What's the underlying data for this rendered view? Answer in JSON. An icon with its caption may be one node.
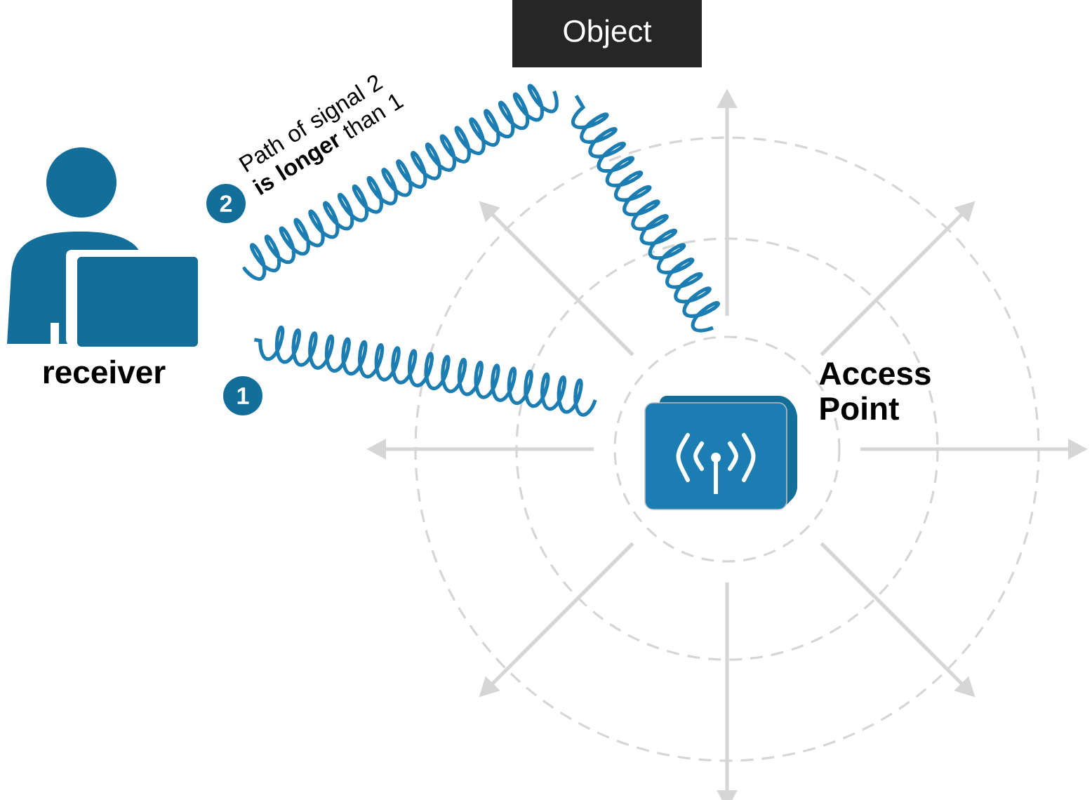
{
  "diagram": {
    "nodes": [
      {
        "text": [
          "receiver"
        ]
      },
      {
        "text": [
          "Object"
        ]
      },
      {
        "text": [
          "Access Point"
        ]
      }
    ],
    "edges": [
      {
        "from": 2,
        "to": 0,
        "arrow": "none"
      },
      {
        "from": 2,
        "to": 1,
        "arrow": "none"
      },
      {
        "from": 1,
        "to": 0,
        "arrow": "none"
      }
    ],
    "labels": [
      "2",
      "Path of signal 2 **is longer** than 1",
      "1"
    ]
  }
}
